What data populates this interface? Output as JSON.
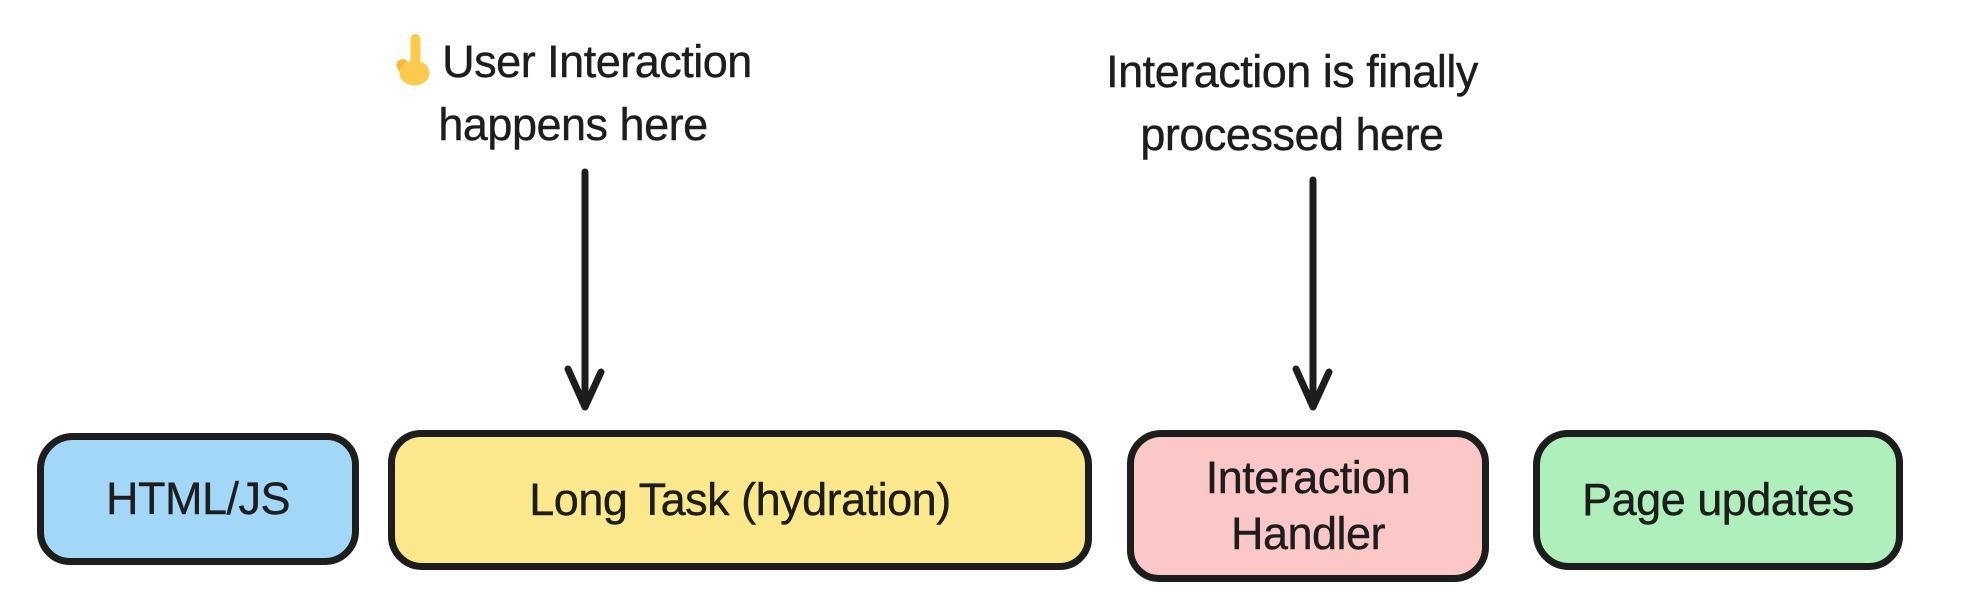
{
  "colors": {
    "ink": "#1d1d1d",
    "background": "#ffffff",
    "hand_emoji": "#fcca4d",
    "hand_emoji_shade": "#f6b73c"
  },
  "notes": {
    "user_interaction": {
      "icon": "👆",
      "line1": "User Interaction",
      "line2": "happens here"
    },
    "processed": {
      "line1": "Interaction is finally",
      "line2": "processed here"
    }
  },
  "boxes": [
    {
      "label": "HTML/JS",
      "fill": "#a3d7f7"
    },
    {
      "label": "Long Task (hydration)",
      "fill": "#fbe88d"
    },
    {
      "label": "Interaction Handler",
      "fill": "#fbc8c7"
    },
    {
      "label": "Page updates",
      "fill": "#aeefbc"
    }
  ]
}
